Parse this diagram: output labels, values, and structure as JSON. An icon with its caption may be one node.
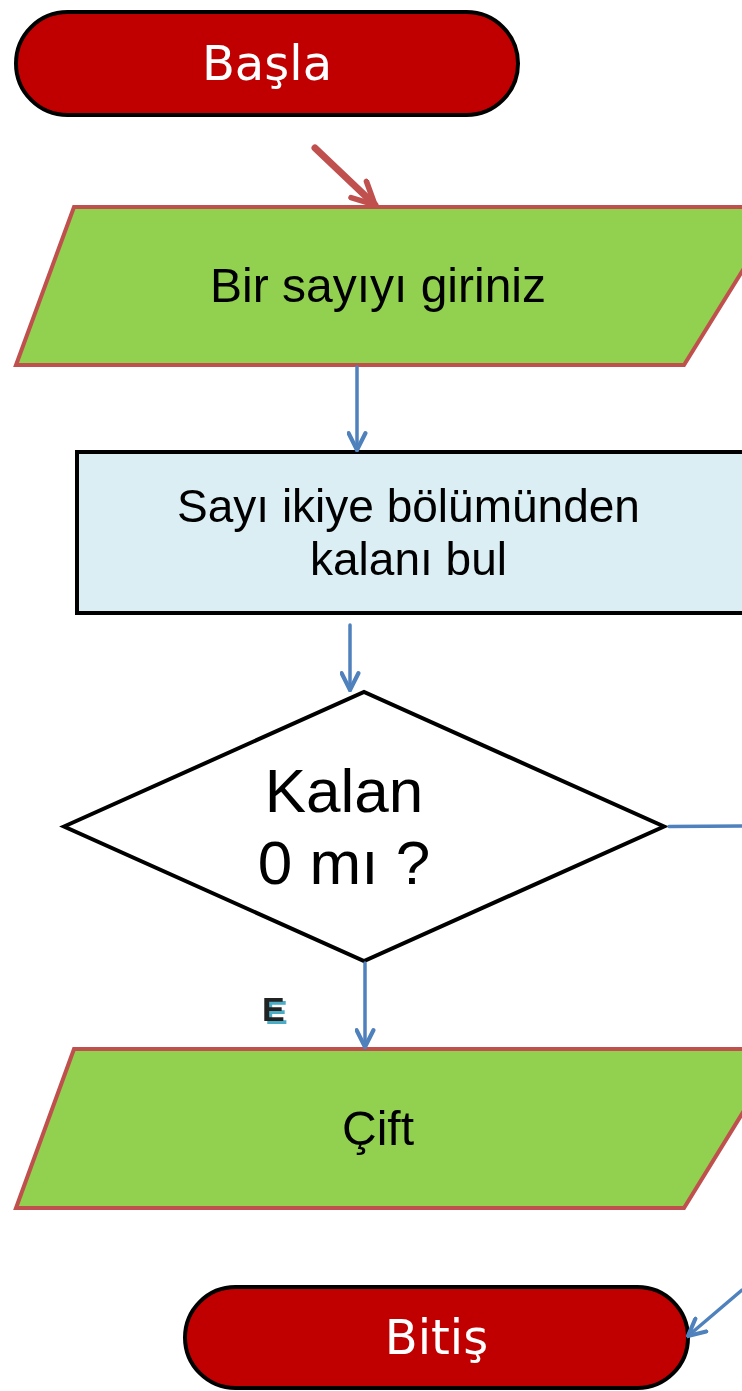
{
  "diagram": {
    "nodes": [
      {
        "text": [
          "Başla"
        ]
      },
      {
        "text": [
          "Bir sayıyı giriniz"
        ]
      },
      {
        "text": [
          "Sayı ikiye bölümünden kalanı bul"
        ]
      },
      {
        "text": [
          "Kalan 0 mı ?"
        ]
      },
      {
        "text": [
          "Çift"
        ]
      },
      {
        "text": [
          "Bitiş"
        ]
      }
    ],
    "edges": [
      {
        "from": null,
        "to": 1,
        "arrow": "to",
        "style": "thick",
        "color": "#c0504d"
      },
      {
        "from": 1,
        "to": 2,
        "arrow": "to"
      },
      {
        "from": 2,
        "to": 3,
        "arrow": "to"
      },
      {
        "from": 3,
        "to": 4,
        "arrow": "to",
        "label": "E"
      },
      {
        "from": 3,
        "to": null,
        "arrow": "none"
      },
      {
        "from": null,
        "to": 5,
        "arrow": "to"
      }
    ]
  }
}
